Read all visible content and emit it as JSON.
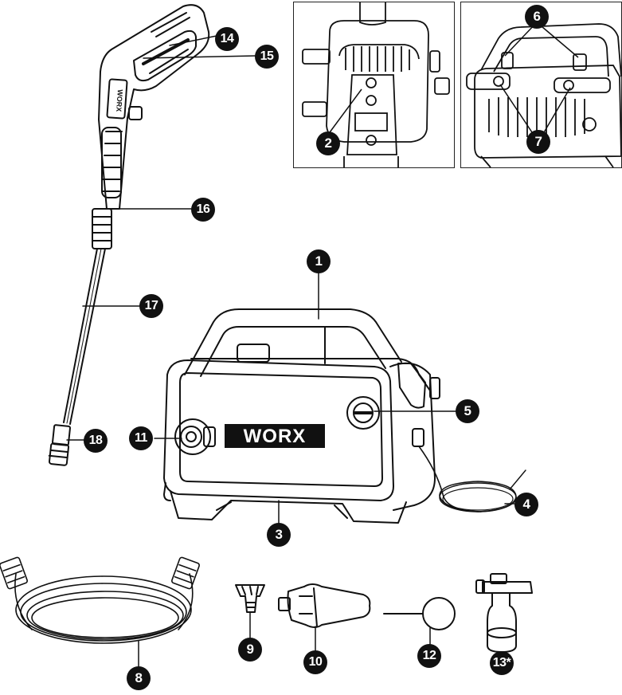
{
  "brand_logo": "WORX",
  "callouts": {
    "c1": "1",
    "c2": "2",
    "c3": "3",
    "c4": "4",
    "c5": "5",
    "c6": "6",
    "c7": "7",
    "c8": "8",
    "c9": "9",
    "c10": "10",
    "c11": "11",
    "c12": "12",
    "c13": "13*",
    "c14": "14",
    "c15": "15",
    "c16": "16",
    "c17": "17",
    "c18": "18"
  },
  "parts_depicted": [
    "spray-gun",
    "lance",
    "pressure-washer-body",
    "hose",
    "nozzle-tip",
    "turbo-nozzle",
    "cleaning-needle",
    "foam-bottle"
  ],
  "line_color": "#111111"
}
